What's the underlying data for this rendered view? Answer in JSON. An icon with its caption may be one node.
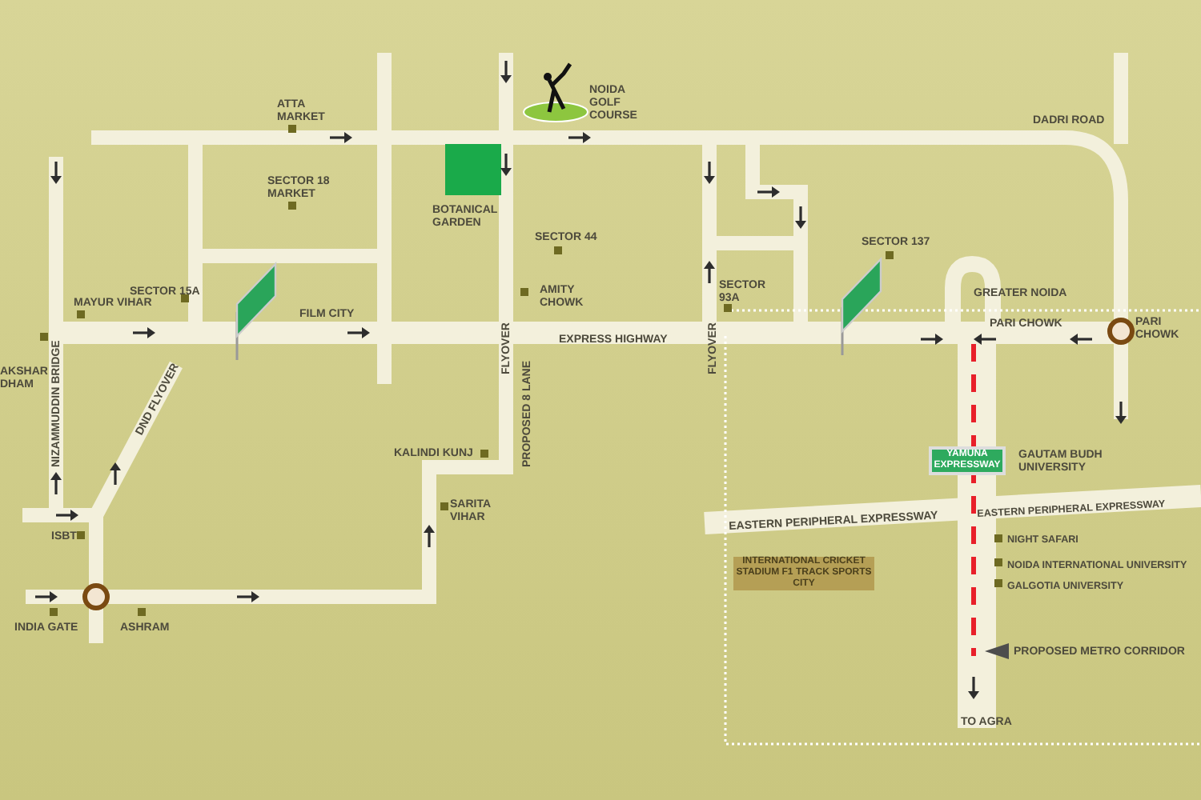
{
  "diagram": {
    "nodes": [
      {
        "text": [
          "YAMUNA EXPRESSWAY"
        ]
      },
      {
        "text": [
          "INTERNATIONAL CRICKET STADIUM F1 TRACK SPORTS CITY"
        ]
      }
    ],
    "edges": [],
    "labels": [
      "ATTA MARKET",
      "NOIDA GOLF COURSE",
      "DADRI ROAD",
      "SECTOR 18 MARKET",
      "BOTANICAL GARDEN",
      "SECTOR 44",
      "SECTOR 137",
      "SECTOR 15A",
      "AMITY CHOWK",
      "SECTOR 93A",
      "MAYUR VIHAR",
      "GREATER NOIDA",
      "FILM CITY",
      "PARI CHOWK",
      "AKSHAR DHAM",
      "EXPRESS HIGHWAY",
      "PARI CHOWK",
      "NIZAMMUDDIN BRIDGE",
      "FLYOVER",
      "FLYOVER",
      "PROPOSED 8 LANE",
      "DND FLYOVER",
      "GAUTAM BUDH UNIVERSITY",
      "KALINDI KUNJ",
      "SARITA VIHAR",
      "EASTERN PERIPHERAL EXPRESSWAY",
      "EASTERN PERIPHERAL EXPRESSWAY",
      "ISBT",
      "NIGHT SAFARI",
      "NOIDA INTERNATIONAL UNIVERSITY",
      "GALGOTIA UNIVERSITY",
      "INDIA GATE",
      "ASHRAM",
      "PROPOSED METRO CORRIDOR",
      "TO AGRA"
    ]
  }
}
